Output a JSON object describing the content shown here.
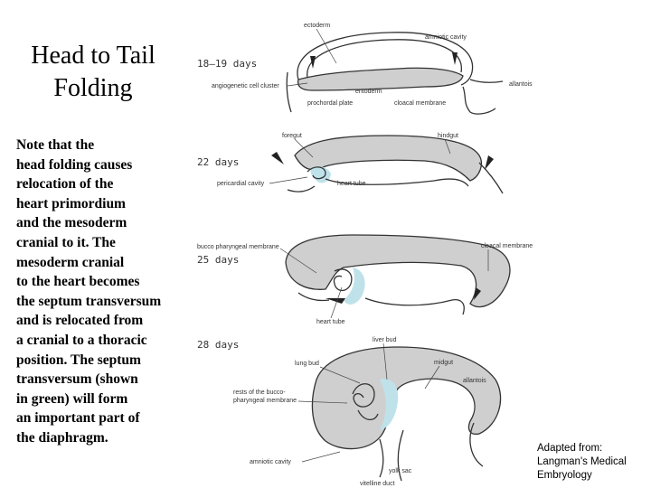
{
  "title": {
    "line1": "Head to Tail",
    "line2": "Folding"
  },
  "body": {
    "lines": [
      "Note that the",
      "head folding causes",
      "relocation of the",
      "heart primordium",
      "and the mesoderm",
      "cranial to it.  The",
      "mesoderm cranial",
      "to the heart becomes",
      "the septum transversum",
      "and is relocated from",
      "a cranial to a thoracic",
      "position.  The septum",
      "transversum (shown",
      "in green) will form",
      "an important part of",
      "the diaphragm."
    ]
  },
  "credit": {
    "line1": "Adapted from:",
    "line2": "Langman's Medical",
    "line3": "Embryology"
  },
  "stages": [
    {
      "day": "18–19  days"
    },
    {
      "day": "22  days"
    },
    {
      "day": "25  days"
    },
    {
      "day": "28  days"
    }
  ],
  "labels": {
    "s1": {
      "ectoderm": "ectoderm",
      "amniotic_cavity": "amniotic cavity",
      "angiogenetic": "angiogenetic cell cluster",
      "entoderm": "entoderm",
      "prochordal": "prochordal plate",
      "cloacal": "cloacal membrane",
      "allantois": "allantois"
    },
    "s2": {
      "foregut": "foregut",
      "hindgut": "hindgut",
      "pericardial": "pericardial cavity",
      "heart_tube": "heart tube"
    },
    "s3": {
      "bucco": "bucco pharyngeal membrane",
      "cloacal": "cloacal membrane",
      "heart_tube": "heart tube"
    },
    "s4": {
      "liver_bud": "liver bud",
      "lung_bud": "lung bud",
      "midgut": "midgut",
      "allantois": "allantois",
      "rests1": "rests of the bucco-",
      "rests2": "pharyngeal membrane",
      "amniotic_cavity": "amniotic cavity",
      "yolk_sac": "yolk sac",
      "vitelline": "vitelline duct"
    }
  },
  "colors": {
    "septum_transversum": "#bfe2ea",
    "tissue": "#cfcfcf"
  }
}
